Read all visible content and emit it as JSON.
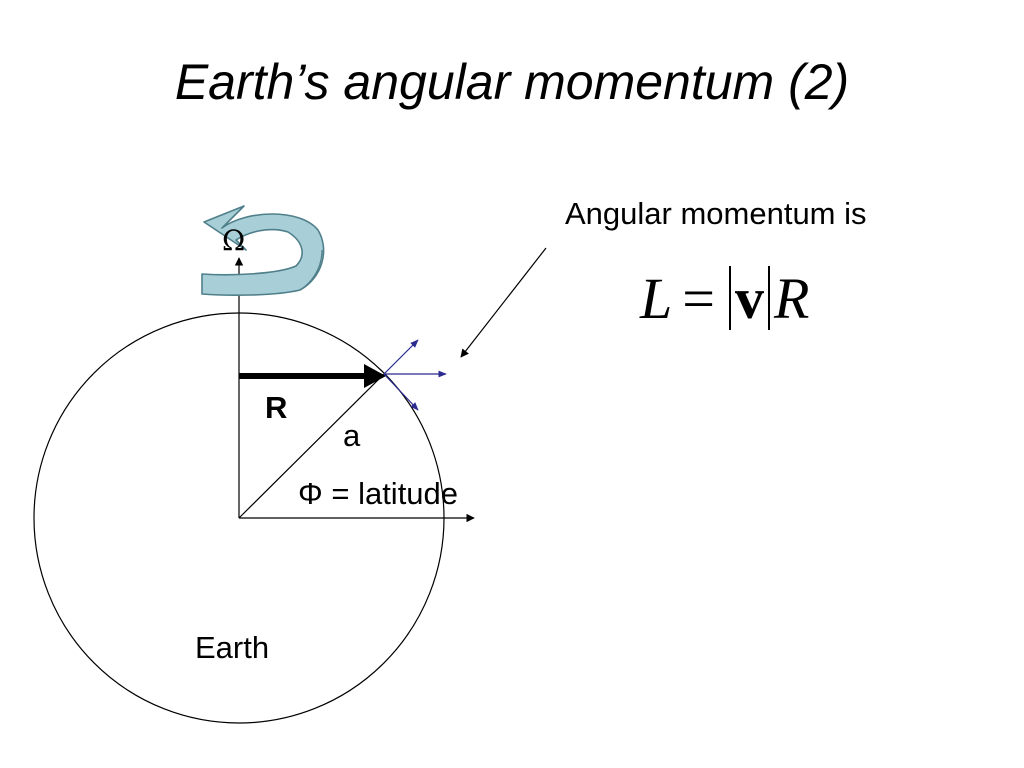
{
  "title": "Earth’s angular momentum (2)",
  "labels": {
    "omega": "Ω",
    "radius": "R",
    "a": "a",
    "latitude": "Φ = latitude",
    "earth": "Earth",
    "angular_momentum": "Angular momentum is"
  },
  "formula": {
    "lhs": "L",
    "equals": "=",
    "velocity": "v",
    "radius": "R"
  },
  "colors": {
    "rotation_arrow_fill": "#a8cfd8",
    "rotation_arrow_stroke": "#4f7f8a",
    "vector_blue": "#2a2a8f",
    "line": "#000000"
  }
}
